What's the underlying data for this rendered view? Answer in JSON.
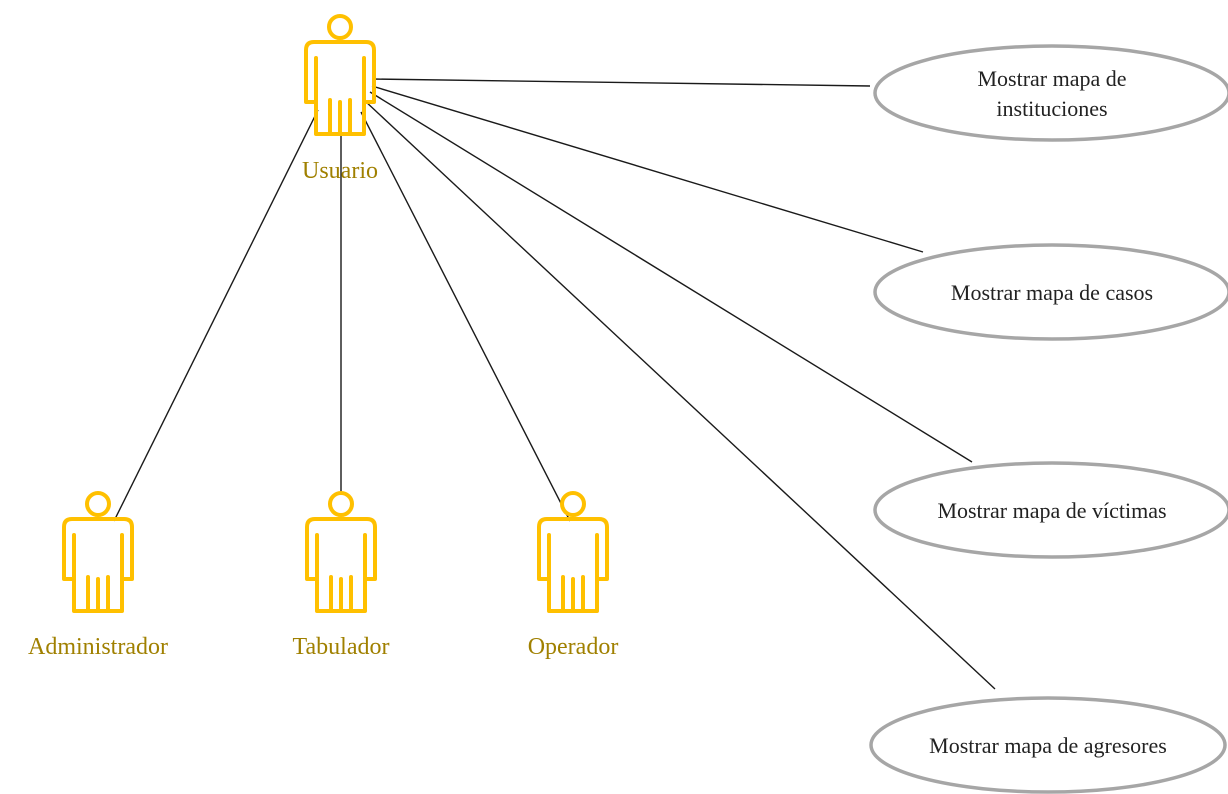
{
  "colors": {
    "actor": "#ffc000",
    "actor_label": "#a08000",
    "use_case_border": "#a6a6a6",
    "line": "#1a1a1a"
  },
  "actors": [
    {
      "id": "usuario",
      "label": "Usuario"
    },
    {
      "id": "administrador",
      "label": "Administrador"
    },
    {
      "id": "tabulador",
      "label": "Tabulador"
    },
    {
      "id": "operador",
      "label": "Operador"
    }
  ],
  "use_cases": [
    {
      "id": "uc1",
      "lines": [
        "Mostrar mapa de",
        "instituciones"
      ]
    },
    {
      "id": "uc2",
      "lines": [
        "Mostrar mapa de casos"
      ]
    },
    {
      "id": "uc3",
      "lines": [
        "Mostrar mapa de víctimas"
      ]
    },
    {
      "id": "uc4",
      "lines": [
        "Mostrar mapa de agresores"
      ]
    }
  ],
  "associations": [
    {
      "from": "usuario",
      "to": "uc1"
    },
    {
      "from": "usuario",
      "to": "uc2"
    },
    {
      "from": "usuario",
      "to": "uc3"
    },
    {
      "from": "usuario",
      "to": "uc4"
    },
    {
      "from": "usuario",
      "to": "administrador"
    },
    {
      "from": "usuario",
      "to": "tabulador"
    },
    {
      "from": "usuario",
      "to": "operador"
    }
  ]
}
